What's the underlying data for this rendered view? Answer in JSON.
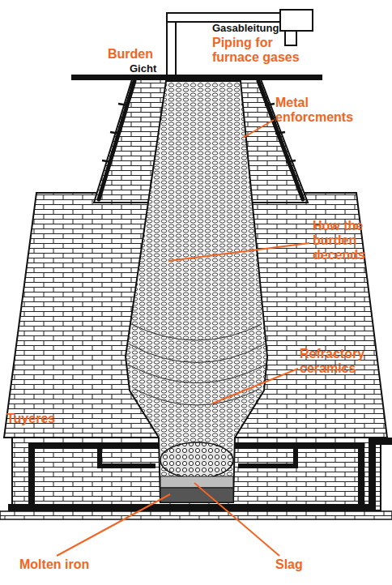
{
  "diagram": {
    "labels": [
      "Burden",
      "Gicht",
      "Gasableitung",
      "Piping for furnace gases",
      "Metal enforcments",
      "How the burden decends",
      "Refractory ceramics",
      "Tuyeres",
      "Molten iron",
      "Slag"
    ]
  }
}
